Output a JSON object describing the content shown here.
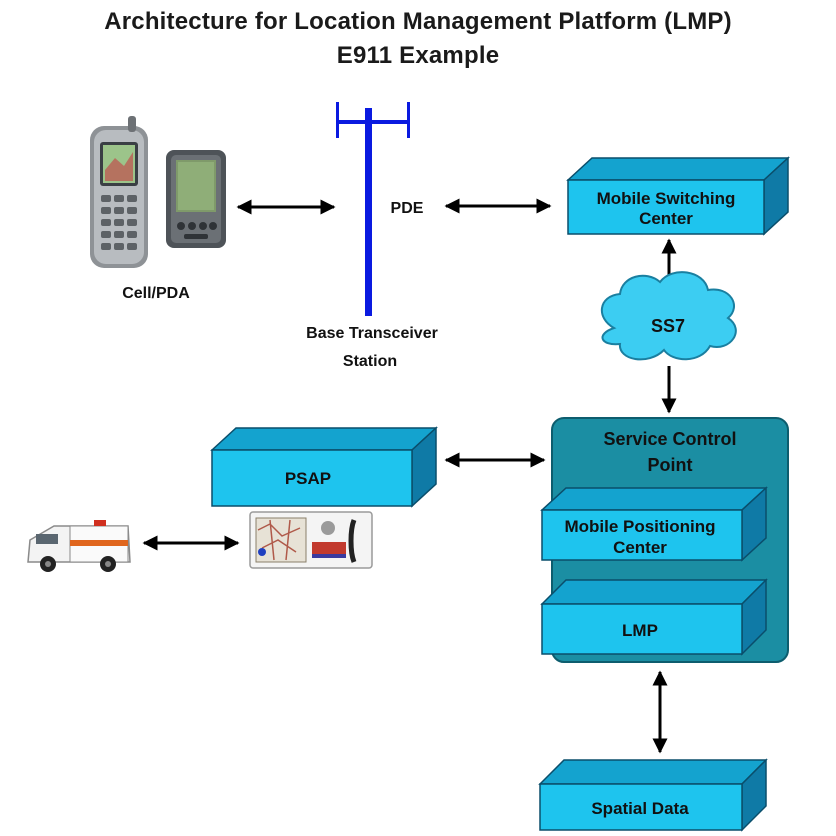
{
  "title": {
    "line1": "Architecture for Location Management Platform (LMP)",
    "line2": "E911 Example"
  },
  "colors": {
    "box_front": "#1ec4ee",
    "box_top": "#14a3cf",
    "box_side": "#0f7aa6",
    "scp_panel": "#1b8ea3",
    "tower": "#0a1ae0",
    "cloud": "#3ccdf2"
  },
  "nodes": {
    "device": {
      "label": "Cell/PDA",
      "icons": [
        "cell-phone-icon",
        "pda-icon"
      ]
    },
    "tower": {
      "label_line1": "Base Transceiver",
      "label_line2": "Station",
      "pde_label": "PDE"
    },
    "msc": {
      "label_line1": "Mobile Switching",
      "label_line2": "Center"
    },
    "ss7": {
      "label": "SS7"
    },
    "scp": {
      "label_line1": "Service Control",
      "label_line2": "Point",
      "mpc": {
        "label_line1": "Mobile Positioning",
        "label_line2": "Center"
      },
      "lmp": {
        "label": "LMP"
      }
    },
    "psap": {
      "label": "PSAP",
      "icon": "dispatch-console-icon"
    },
    "ambulance": {
      "icon": "ambulance-icon"
    },
    "spatial": {
      "label": "Spatial Data"
    }
  }
}
